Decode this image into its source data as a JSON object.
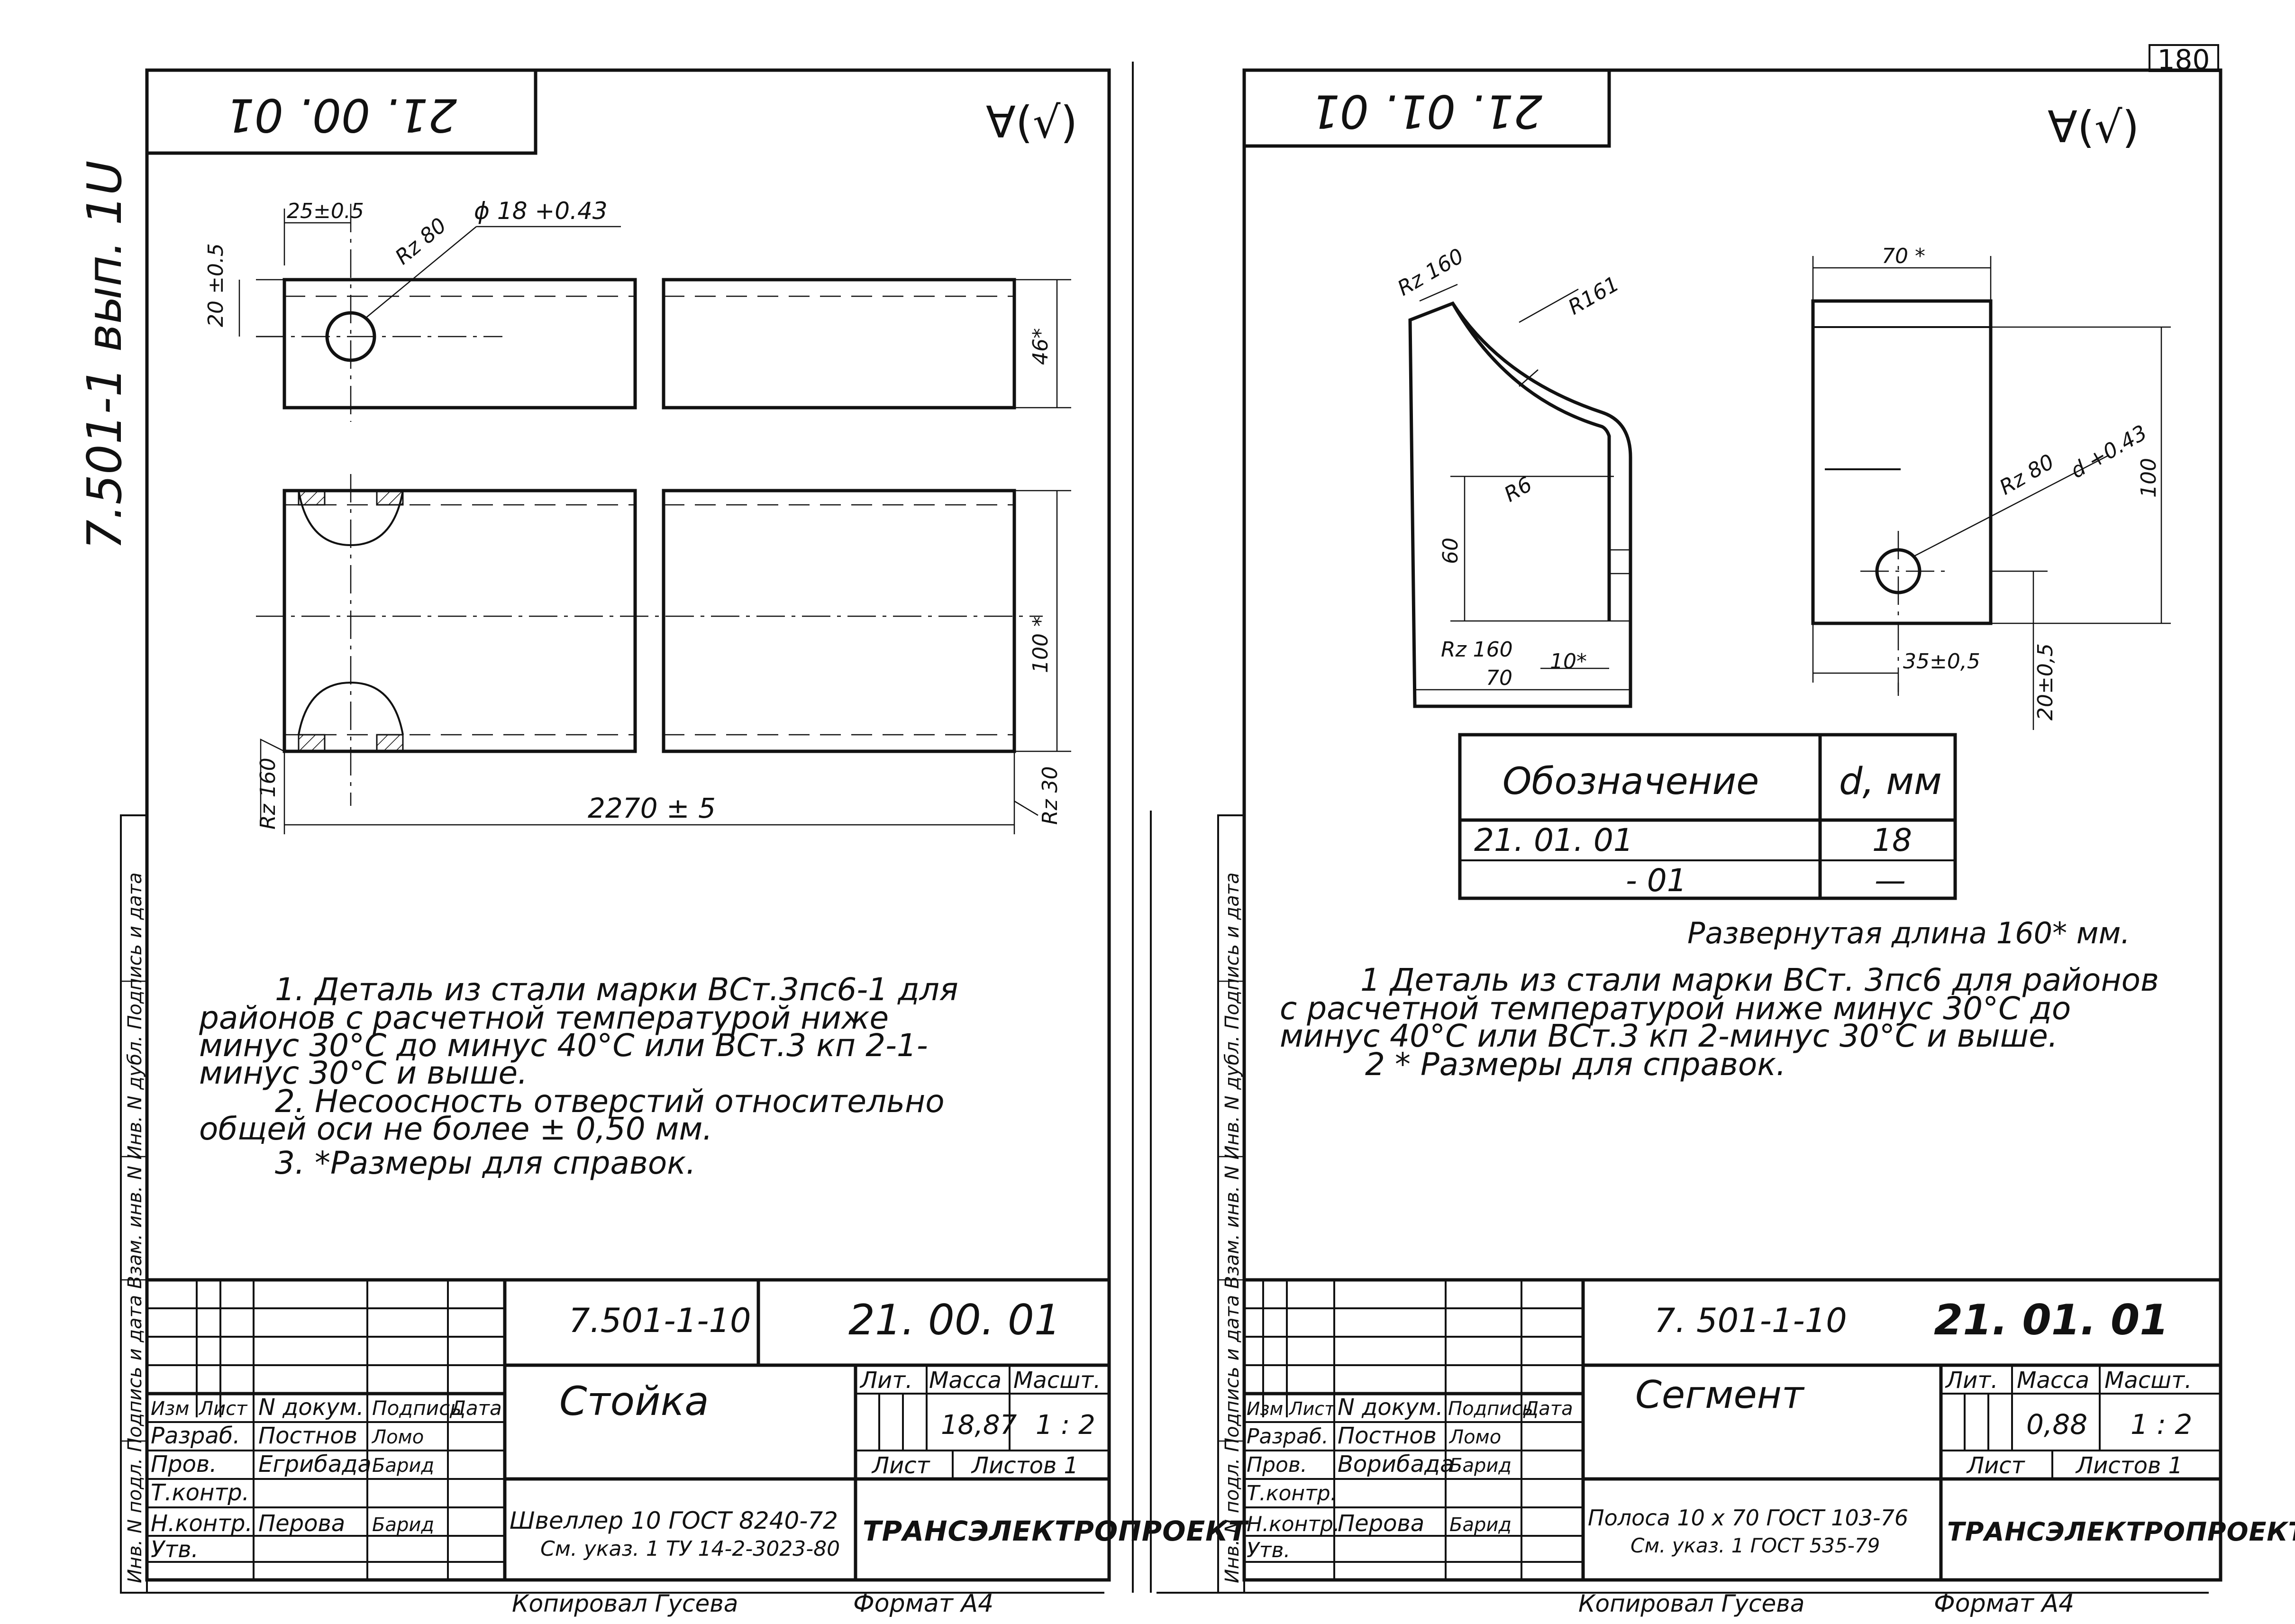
{
  "sheet_number": "180",
  "side_label": "7.501-1 вып. 1U",
  "left_side_stamp": "Инв. N подл. Подпись и дата Взам. инв. N Инв. N дубл. Подпись и дата",
  "roughness_mark": "∀(√)",
  "left_sheet": {
    "designation_rotated": "21. 00. 01",
    "dims": {
      "d25": "25±0.5",
      "rz80": "Rz 80",
      "hole": "ϕ 18 +0.43",
      "d20": "20 ±0.5",
      "d46": "46*",
      "d100": "100 *",
      "length": "2270 ± 5",
      "rz160": "Rz 160",
      "rz30": "Rz 30"
    },
    "notes": [
      "1. Деталь из стали марки ВСт.3пс6-1 для",
      "районов с расчетной температурой ниже",
      "минус 30°С до минус 40°С или ВСт.3 кп 2-1-",
      "минус 30°С и выше.",
      "2. Несоосность отверстий относительно",
      "общей оси не более ± 0,50 мм.",
      "3. *Размеры для справок."
    ],
    "stamp": {
      "project": "7.501-1-10",
      "designation": "21. 00. 01",
      "name": "Стойка",
      "headers": {
        "izm": "Изм",
        "list": "Лист",
        "doc": "N докум.",
        "sign": "Подпись",
        "date": "Дата"
      },
      "roles": [
        {
          "role": "Разраб.",
          "name": "Постнов",
          "sign": "Ломо"
        },
        {
          "role": "Пров.",
          "name": "Егрибада",
          "sign": "Барид"
        },
        {
          "role": "Т.контр.",
          "name": "",
          "sign": ""
        },
        {
          "role": "Н.контр.",
          "name": "Перова",
          "sign": "Барид"
        },
        {
          "role": "Утв.",
          "name": "",
          "sign": ""
        }
      ],
      "lit_label": "Лит.",
      "mass_label": "Масса",
      "scale_label": "Масшт.",
      "mass": "18,87",
      "scale": "1 : 2",
      "sheet_label": "Лист",
      "sheets_label": "Листов 1",
      "material_line1": "Швеллер 10 ГОСТ 8240-72",
      "material_line2": "См. указ. 1 ТУ 14-2-3023-80",
      "organization": "ТРАНСЭЛЕКТРОПРОЕКТ",
      "copied": "Копировал Гусева",
      "format": "Формат А4"
    }
  },
  "right_sheet": {
    "designation_rotated": "21. 01. 01",
    "dims": {
      "rz160": "Rz 160",
      "r161": "R161",
      "r6": "R6",
      "d60": "60",
      "rz160b": "Rz 160",
      "d10": "10*",
      "d70": "70",
      "d70top": "70 *",
      "d100": "100",
      "rz80": "Rz 80",
      "hole": "d +0.43",
      "d35": "35±0,5",
      "d20": "20±0,5"
    },
    "table": {
      "headers": [
        "Обозначение",
        "d, мм"
      ],
      "rows": [
        [
          "21. 01. 01",
          "18"
        ],
        [
          "- 01",
          "—"
        ]
      ]
    },
    "developed_length": "Развернутая длина 160* мм.",
    "notes": [
      "1 Деталь из стали марки ВСт. 3пс6 для районов",
      "с расчетной температурой ниже минус 30°С до",
      "минус 40°С или ВСт.3 кп 2-минус 30°С и выше.",
      "2 * Размеры для справок."
    ],
    "stamp": {
      "project": "7. 501-1-10",
      "designation": "21. 01. 01",
      "name": "Сегмент",
      "headers": {
        "izm": "Изм",
        "list": "Лист",
        "doc": "N докум.",
        "sign": "Подпись",
        "date": "Дата"
      },
      "roles": [
        {
          "role": "Разраб.",
          "name": "Постнов",
          "sign": "Ломо"
        },
        {
          "role": "Пров.",
          "name": "Ворибада",
          "sign": "Барид"
        },
        {
          "role": "Т.контр.",
          "name": "",
          "sign": ""
        },
        {
          "role": "Н.контр.",
          "name": "Перова",
          "sign": "Барид"
        },
        {
          "role": "Утв.",
          "name": "",
          "sign": ""
        }
      ],
      "lit_label": "Лит.",
      "mass_label": "Масса",
      "scale_label": "Масшт.",
      "mass": "0,88",
      "scale": "1 : 2",
      "sheet_label": "Лист",
      "sheets_label": "Листов 1",
      "material_line1": "Полоса 10 х 70 ГОСТ 103-76",
      "material_line2": "См. указ. 1 ГОСТ 535-79",
      "organization": "ТРАНСЭЛЕКТРОПРОЕКТ",
      "copied": "Копировал Гусева",
      "format": "Формат А4"
    }
  }
}
